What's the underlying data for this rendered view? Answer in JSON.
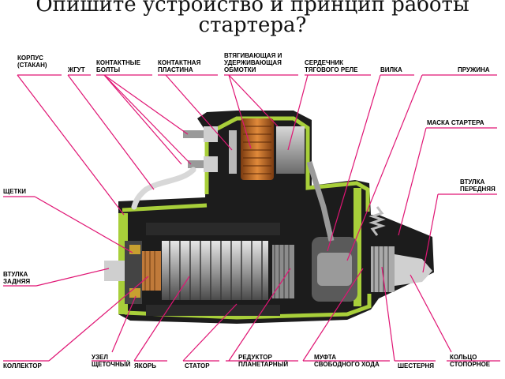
{
  "title": {
    "line1": "Опишите устройство и принцип работы",
    "line2": "стартера?"
  },
  "labels": {
    "korpus": "КОРПУС\n(СТАКАН)",
    "zhgut": "ЖГУТ",
    "kontaktnye_bolty": "КОНТАКТНЫЕ\nБОЛТЫ",
    "kontaktnaya_plastina": "КОНТАКТНАЯ\nПЛАСТИНА",
    "obmotki": "ВТЯГИВАЮЩАЯ И\nУДЕРЖИВАЮЩАЯ\nОБМОТКИ",
    "serdechnik": "СЕРДЕЧНИК\nТЯГОВОГО РЕЛЕ",
    "vilka": "ВИЛКА",
    "pruzhina": "ПРУЖИНА",
    "maska": "МАСКА СТАРТЕРА",
    "vtulka_perednyaya": "ВТУЛКА\nПЕРЕДНЯЯ",
    "shchetki": "ЩЕТКИ",
    "vtulka_zadnyaya": "ВТУЛКА\nЗАДНЯЯ",
    "kollektor": "КОЛЛЕКТОР",
    "uzel": "УЗЕЛ\nЩЕТОЧНЫЙ",
    "yakor": "ЯКОРЬ",
    "stator": "СТАТОР",
    "reduktor": "РЕДУКТОР\nПЛАНЕТАРНЫЙ",
    "mufta": "МУФТА\nСВОБОДНОГО ХОДА",
    "shesternya": "ШЕСТЕРНЯ",
    "koltso": "КОЛЬЦО\nСТОПОРНОЕ"
  },
  "colors": {
    "leader": "#e01574",
    "housing": "#a8cf3a",
    "winding": "#c8702a"
  }
}
